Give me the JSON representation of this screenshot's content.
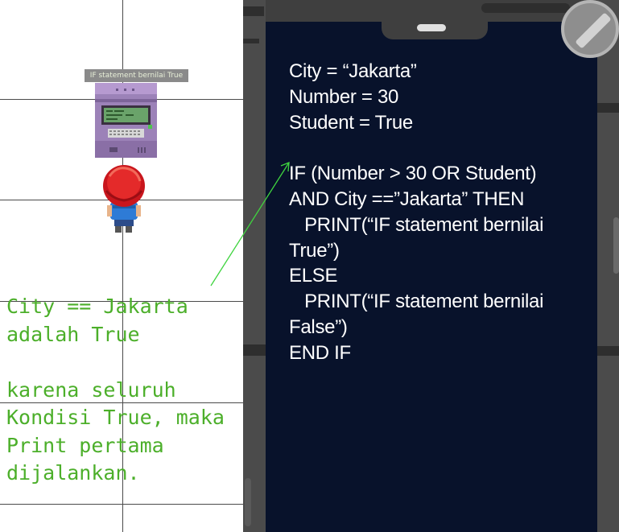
{
  "npc": {
    "label": "IF statement bernilai True"
  },
  "explanation": {
    "text": "City == Jakarta\nadalah True\n\nkarena seluruh\nKondisi True, maka\nPrint pertama\ndijalankan."
  },
  "code_panel": {
    "code": "City = “Jakarta”\nNumber = 30\nStudent = True\n\nIF (Number > 30 OR Student)\nAND City ==”Jakarta” THEN\n   PRINT(“IF statement bernilai\nTrue”)\nELSE\n   PRINT(“IF statement bernilai\nFalse”)\nEND IF"
  },
  "colors": {
    "annotation": "#4caf2a",
    "screen": "#08122b",
    "frame": "#3f3f3f"
  },
  "icons": {
    "close": "close-icon",
    "computer": "computer-terminal-icon",
    "player": "player-character-icon"
  }
}
